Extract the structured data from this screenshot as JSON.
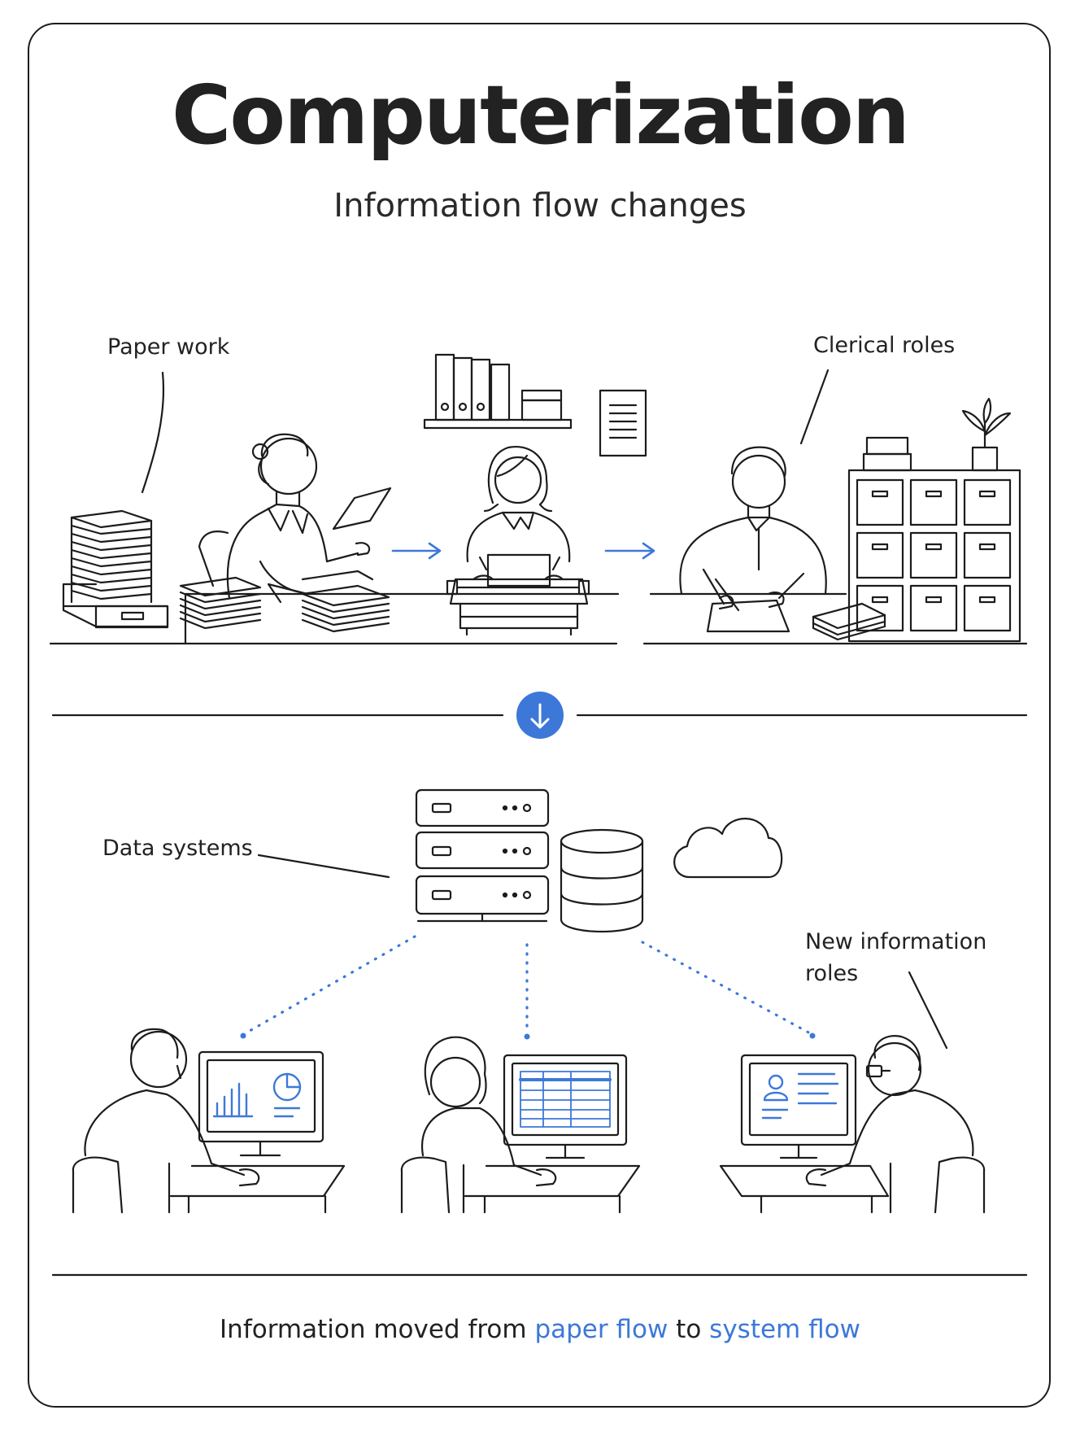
{
  "title": "Computerization",
  "subtitle": "Information flow changes",
  "labels": {
    "paper_work": "Paper work",
    "clerical_roles": "Clerical roles",
    "data_systems": "Data systems",
    "new_information_roles_line1": "New information",
    "new_information_roles_line2": "roles"
  },
  "footer": {
    "prefix": "Information moved from ",
    "highlight1": "paper flow",
    "middle": " to ",
    "highlight2": "system flow"
  },
  "colors": {
    "accent": "#3d78d8",
    "ink": "#1c1c1c"
  },
  "icons": {
    "transition": "arrow-down-circle-icon",
    "cloud": "cloud-icon",
    "database": "database-icon",
    "server": "server-rack-icon"
  }
}
